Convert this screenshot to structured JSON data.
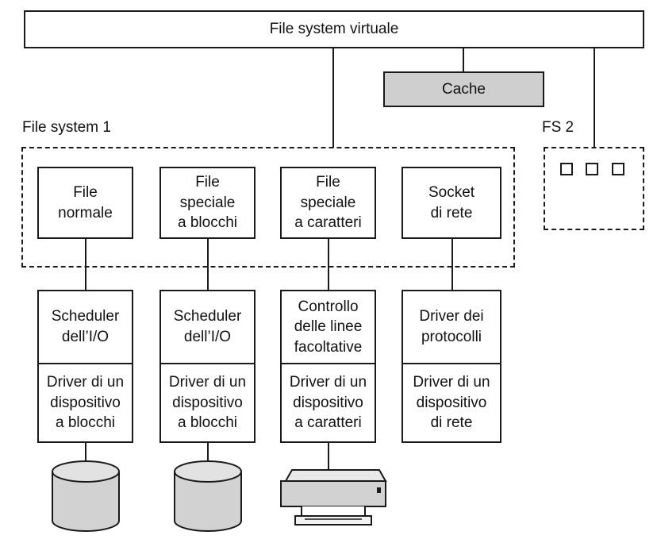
{
  "vfs": {
    "label": "File system virtuale"
  },
  "cache": {
    "label": "Cache"
  },
  "fs1": {
    "label": "File system 1"
  },
  "fs2": {
    "label": "FS 2"
  },
  "file_types": [
    {
      "label": "File\nnormale"
    },
    {
      "label": "File\nspeciale\na blocchi"
    },
    {
      "label": "File\nspeciale\na caratteri"
    },
    {
      "label": "Socket\ndi rete"
    }
  ],
  "middle_layer": [
    {
      "label": "Scheduler\ndell’I/O"
    },
    {
      "label": "Scheduler\ndell’I/O"
    },
    {
      "label": "Controllo\ndelle linee\nfacoltative"
    },
    {
      "label": "Driver dei\nprotocolli"
    }
  ],
  "drivers": [
    {
      "label": "Driver di un\ndispositivo\na blocchi"
    },
    {
      "label": "Driver di un\ndispositivo\na blocchi"
    },
    {
      "label": "Driver di un\ndispositivo\na caratteri"
    },
    {
      "label": "Driver di un\ndispositivo\ndi rete"
    }
  ],
  "devices": [
    {
      "icon": "disk-icon"
    },
    {
      "icon": "disk-icon"
    },
    {
      "icon": "printer-icon"
    }
  ]
}
